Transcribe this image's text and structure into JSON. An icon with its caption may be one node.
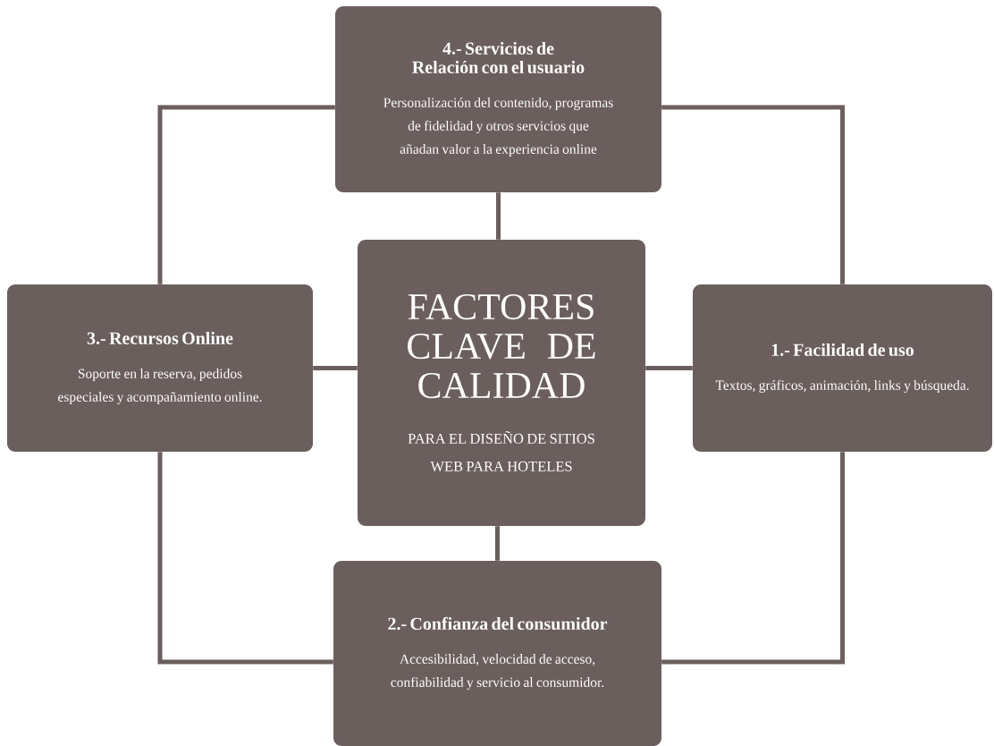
{
  "diagram": {
    "nodes": [
      {
        "text": [
          "FACTORES CLAVE DE CALIDAD",
          "PARA EL DISEÑO DE SITIOS WEB PARA HOTELES"
        ]
      },
      {
        "text": [
          "4.- Servicios de Relación con el usuario",
          "Personalización del contenido, programas de fidelidad y otros servicios que añadan valor a la experiencia online"
        ]
      },
      {
        "text": [
          "3.- Recursos Online",
          "Soporte en la reserva, pedidos especiales y acompañamiento online."
        ]
      },
      {
        "text": [
          "1.- Facilidad de uso",
          "Textos, gráficos, animación, links y búsqueda."
        ]
      },
      {
        "text": [
          "2.- Confianza del consumidor",
          "Accesibilidad, velocidad de acceso, confiabilidad y servicio al consumidor."
        ]
      }
    ],
    "edges": [
      {
        "from": 0,
        "to": 1,
        "arrow": "none"
      },
      {
        "from": 0,
        "to": 3,
        "arrow": "none"
      },
      {
        "from": 0,
        "to": 4,
        "arrow": "none"
      },
      {
        "from": 0,
        "to": 2,
        "arrow": "none"
      },
      {
        "from": 1,
        "to": 2,
        "arrow": "none"
      },
      {
        "from": 1,
        "to": 3,
        "arrow": "none"
      },
      {
        "from": 2,
        "to": 4,
        "arrow": "none"
      },
      {
        "from": 3,
        "to": 4,
        "arrow": "none"
      }
    ]
  }
}
